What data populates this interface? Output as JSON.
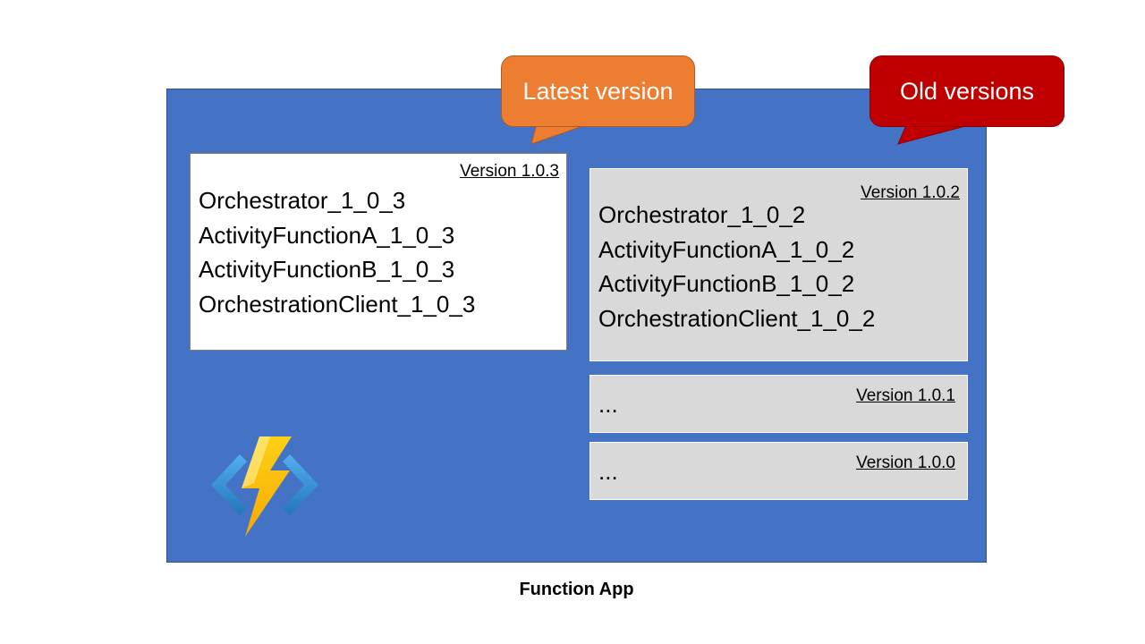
{
  "diagram": {
    "caption": "Function App",
    "callouts": {
      "latest": "Latest version",
      "old": "Old versions"
    },
    "latest": {
      "version": "Version 1.0.3",
      "functions": [
        "Orchestrator_1_0_3",
        "ActivityFunctionA_1_0_3",
        "ActivityFunctionB_1_0_3",
        "OrchestrationClient_1_0_3"
      ]
    },
    "old": [
      {
        "version": "Version 1.0.2",
        "functions": [
          "Orchestrator_1_0_2",
          "ActivityFunctionA_1_0_2",
          "ActivityFunctionB_1_0_2",
          "OrchestrationClient_1_0_2"
        ]
      },
      {
        "version": "Version 1.0.1",
        "ellipsis": "..."
      },
      {
        "version": "Version 1.0.0",
        "ellipsis": "..."
      }
    ],
    "icon": "azure-functions-icon",
    "colors": {
      "frame": "#4472c4",
      "latest_callout": "#ed7d31",
      "old_callout": "#c00000",
      "old_box": "#d9d9d9",
      "latest_box": "#ffffff"
    }
  }
}
